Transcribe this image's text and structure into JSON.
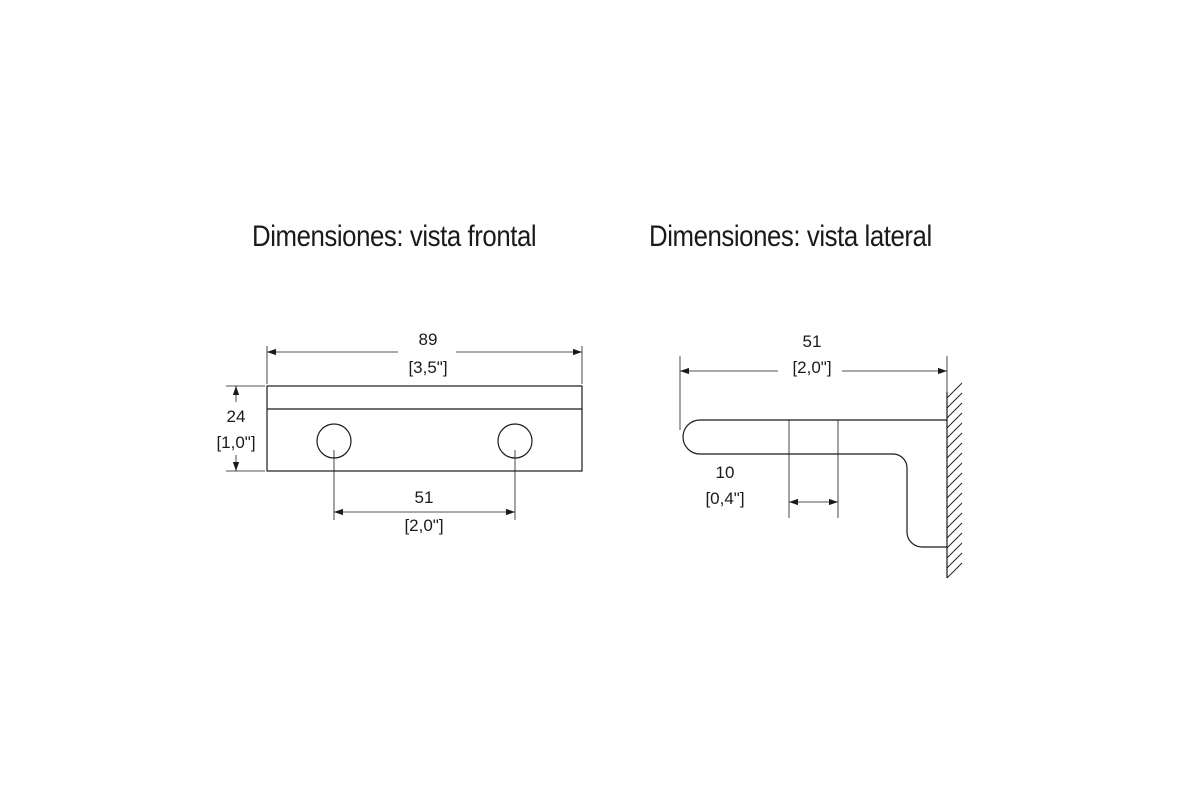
{
  "front_view": {
    "title": "Dimensiones: vista frontal",
    "width_mm": "89",
    "width_in": "[3,5\"]",
    "height_mm": "24",
    "height_in": "[1,0\"]",
    "hole_spacing_mm": "51",
    "hole_spacing_in": "[2,0\"]"
  },
  "side_view": {
    "title": "Dimensiones: vista lateral",
    "depth_mm": "51",
    "depth_in": "[2,0\"]",
    "thickness_mm": "10",
    "thickness_in": "[0,4\"]"
  },
  "colors": {
    "line": "#1a1a1a",
    "background": "#ffffff"
  }
}
